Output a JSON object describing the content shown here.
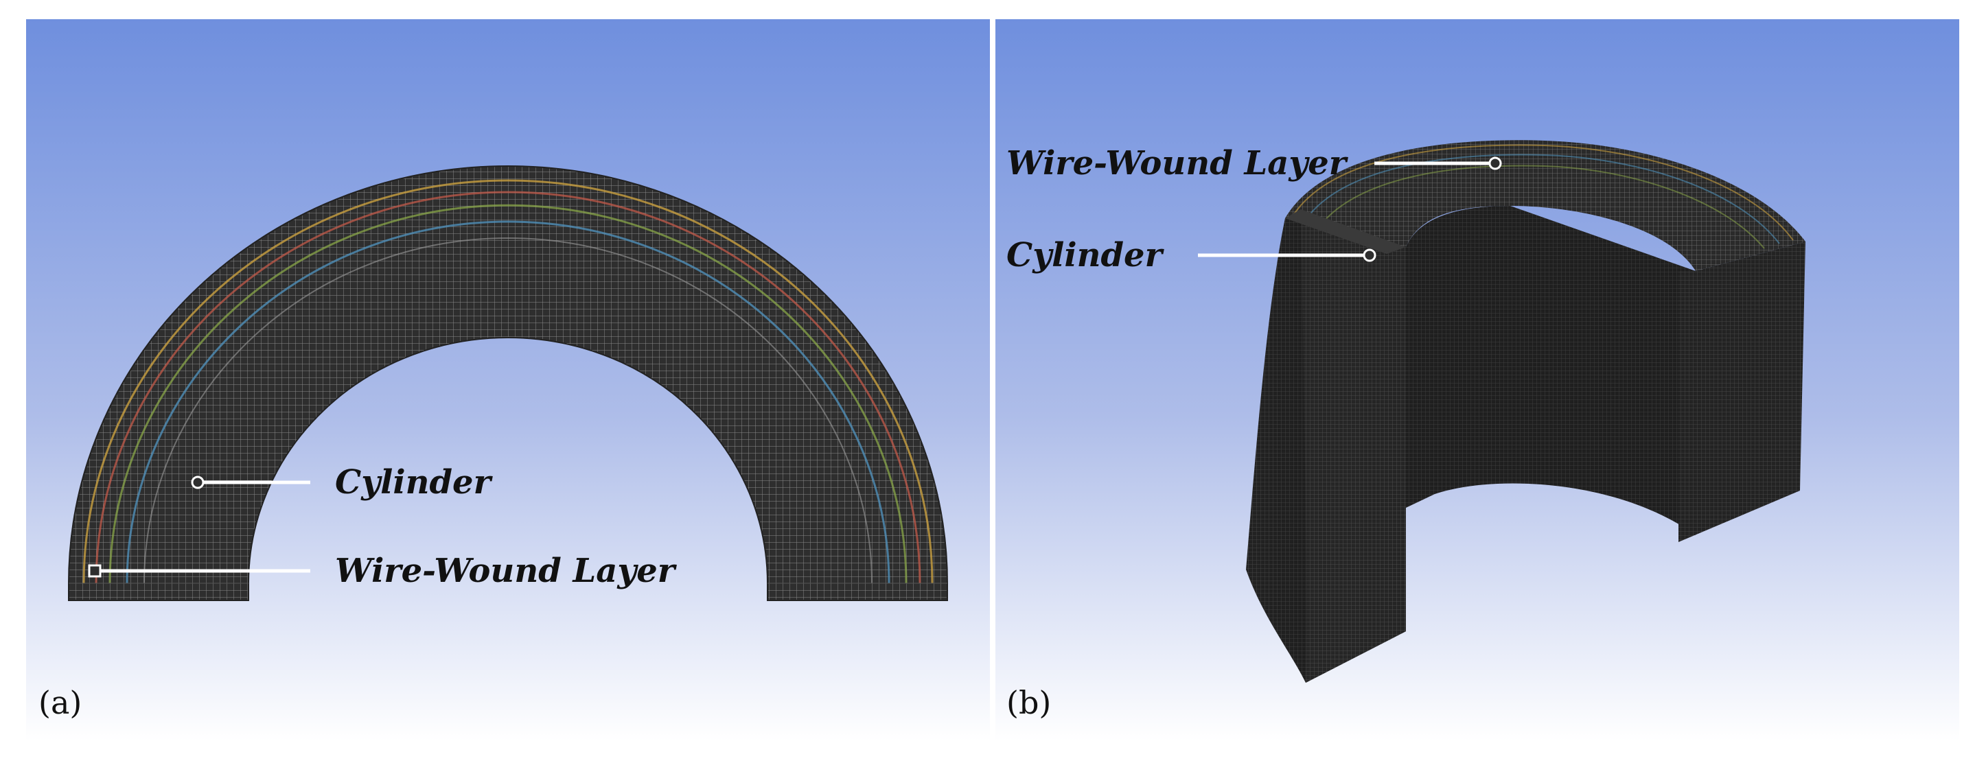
{
  "panels": [
    {
      "id": "a",
      "label": "(a)",
      "labels": {
        "cylinder": "Cylinder",
        "wire_wound_layer": "Wire-Wound Layer"
      }
    },
    {
      "id": "b",
      "label": "(b)",
      "labels": {
        "wire_wound_layer": "Wire-Wound Layer",
        "cylinder": "Cylinder"
      }
    }
  ],
  "colors": {
    "background_top": "#6f8fde",
    "background_bottom": "#ffffff",
    "mesh_body": "#2b2b2b",
    "mesh_line": "#9a9a9a",
    "layer_lines": [
      "#c9a040",
      "#c25a4a",
      "#4f8fb8",
      "#8fae4a"
    ],
    "leader_line": "#ffffff"
  }
}
